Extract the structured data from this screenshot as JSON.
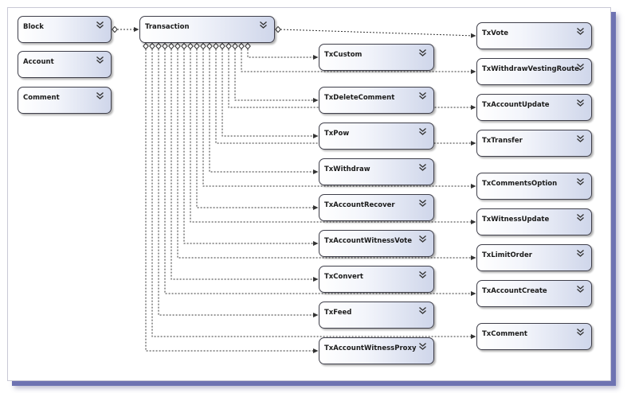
{
  "nodes": {
    "block": "Block",
    "account": "Account",
    "comment": "Comment",
    "transaction": "Transaction",
    "tx_vote": "TxVote",
    "tx_custom": "TxCustom",
    "tx_withdraw_vesting_route": "TxWithdrawVestingRoute",
    "tx_delete_comment": "TxDeleteComment",
    "tx_account_update": "TxAccountUpdate",
    "tx_pow": "TxPow",
    "tx_transfer": "TxTransfer",
    "tx_withdraw": "TxWithdraw",
    "tx_comments_option": "TxCommentsOption",
    "tx_account_recover": "TxAccountRecover",
    "tx_witness_update": "TxWitnessUpdate",
    "tx_account_witness_vote": "TxAccountWitnessVote",
    "tx_limit_order": "TxLimitOrder",
    "tx_convert": "TxConvert",
    "tx_account_create": "TxAccountCreate",
    "tx_feed": "TxFeed",
    "tx_comment": "TxComment",
    "tx_account_witness_proxy": "TxAccountWitnessProxy"
  },
  "icons": {
    "expand": "double-chevron-down-icon",
    "aggregation": "hollow-diamond-icon"
  },
  "colors": {
    "connector": "#333333",
    "frame_shadow": "#6e73b2"
  },
  "connections": [
    {
      "from": "block",
      "to": "transaction",
      "style": "dashed",
      "marker": "aggregation-diamond"
    },
    {
      "from": "transaction",
      "to": "tx_vote",
      "style": "dashed",
      "marker": "aggregation-diamond"
    },
    {
      "from": "transaction",
      "to": "tx_custom",
      "style": "dashed",
      "marker": "aggregation-diamond"
    },
    {
      "from": "transaction",
      "to": "tx_withdraw_vesting_route",
      "style": "dashed",
      "marker": "aggregation-diamond"
    },
    {
      "from": "transaction",
      "to": "tx_delete_comment",
      "style": "dashed",
      "marker": "aggregation-diamond"
    },
    {
      "from": "transaction",
      "to": "tx_account_update",
      "style": "dashed",
      "marker": "aggregation-diamond"
    },
    {
      "from": "transaction",
      "to": "tx_pow",
      "style": "dashed",
      "marker": "aggregation-diamond"
    },
    {
      "from": "transaction",
      "to": "tx_transfer",
      "style": "dashed",
      "marker": "aggregation-diamond"
    },
    {
      "from": "transaction",
      "to": "tx_withdraw",
      "style": "dashed",
      "marker": "aggregation-diamond"
    },
    {
      "from": "transaction",
      "to": "tx_comments_option",
      "style": "dashed",
      "marker": "aggregation-diamond"
    },
    {
      "from": "transaction",
      "to": "tx_account_recover",
      "style": "dashed",
      "marker": "aggregation-diamond"
    },
    {
      "from": "transaction",
      "to": "tx_witness_update",
      "style": "dashed",
      "marker": "aggregation-diamond"
    },
    {
      "from": "transaction",
      "to": "tx_account_witness_vote",
      "style": "dashed",
      "marker": "aggregation-diamond"
    },
    {
      "from": "transaction",
      "to": "tx_limit_order",
      "style": "dashed",
      "marker": "aggregation-diamond"
    },
    {
      "from": "transaction",
      "to": "tx_convert",
      "style": "dashed",
      "marker": "aggregation-diamond"
    },
    {
      "from": "transaction",
      "to": "tx_account_create",
      "style": "dashed",
      "marker": "aggregation-diamond"
    },
    {
      "from": "transaction",
      "to": "tx_feed",
      "style": "dashed",
      "marker": "aggregation-diamond"
    },
    {
      "from": "transaction",
      "to": "tx_comment",
      "style": "dashed",
      "marker": "aggregation-diamond"
    },
    {
      "from": "transaction",
      "to": "tx_account_witness_proxy",
      "style": "dashed",
      "marker": "aggregation-diamond"
    }
  ]
}
